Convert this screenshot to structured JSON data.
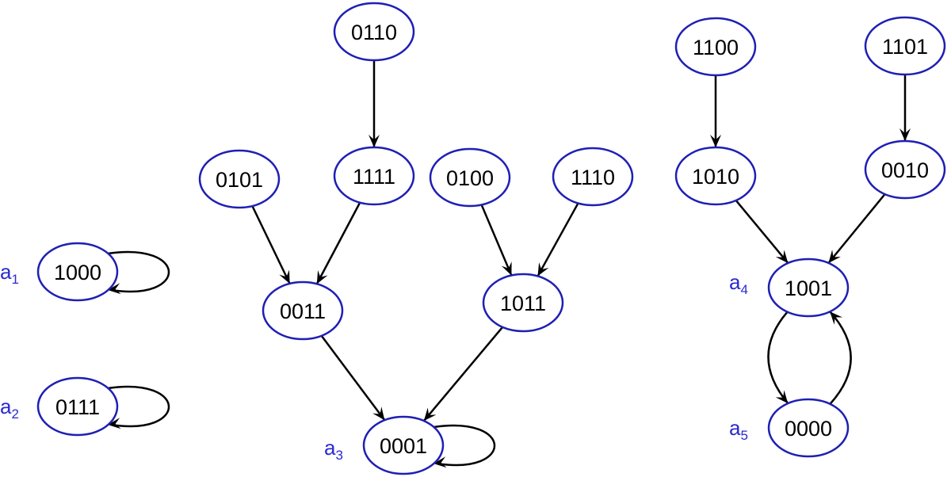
{
  "colors": {
    "node_stroke": "#1f1fb4",
    "attractor_label": "#2a2ad0",
    "edge": "#000000"
  },
  "nodes": [
    {
      "id": "1000",
      "label": "1000"
    },
    {
      "id": "0111",
      "label": "0111"
    },
    {
      "id": "0110",
      "label": "0110"
    },
    {
      "id": "0101",
      "label": "0101"
    },
    {
      "id": "1111",
      "label": "1111"
    },
    {
      "id": "0100",
      "label": "0100"
    },
    {
      "id": "1110",
      "label": "1110"
    },
    {
      "id": "0011",
      "label": "0011"
    },
    {
      "id": "1011",
      "label": "1011"
    },
    {
      "id": "0001",
      "label": "0001"
    },
    {
      "id": "1100",
      "label": "1100"
    },
    {
      "id": "1101",
      "label": "1101"
    },
    {
      "id": "1010",
      "label": "1010"
    },
    {
      "id": "0010",
      "label": "0010"
    },
    {
      "id": "1001",
      "label": "1001"
    },
    {
      "id": "0000",
      "label": "0000"
    }
  ],
  "edges": [
    {
      "from": "0110",
      "to": "1111"
    },
    {
      "from": "0101",
      "to": "0011"
    },
    {
      "from": "1111",
      "to": "0011"
    },
    {
      "from": "0100",
      "to": "1011"
    },
    {
      "from": "1110",
      "to": "1011"
    },
    {
      "from": "0011",
      "to": "0001"
    },
    {
      "from": "1011",
      "to": "0001"
    },
    {
      "from": "1100",
      "to": "1010"
    },
    {
      "from": "1101",
      "to": "0010"
    },
    {
      "from": "1010",
      "to": "1001"
    },
    {
      "from": "0010",
      "to": "1001"
    },
    {
      "from": "1001",
      "to": "0000"
    },
    {
      "from": "0000",
      "to": "1001"
    },
    {
      "from": "1000",
      "to": "1000"
    },
    {
      "from": "0111",
      "to": "0111"
    },
    {
      "from": "0001",
      "to": "0001"
    }
  ],
  "attractors": [
    {
      "node": "1000",
      "letter": "a",
      "index": "1"
    },
    {
      "node": "0111",
      "letter": "a",
      "index": "2"
    },
    {
      "node": "0001",
      "letter": "a",
      "index": "3"
    },
    {
      "node": "1001",
      "letter": "a",
      "index": "4"
    },
    {
      "node": "0000",
      "letter": "a",
      "index": "5"
    }
  ]
}
